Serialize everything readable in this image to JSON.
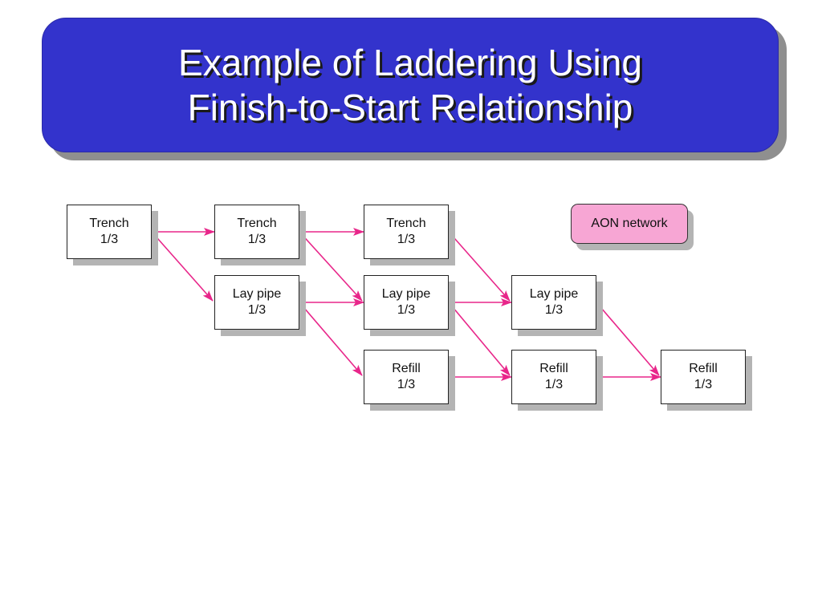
{
  "title": {
    "line1": "Example of Laddering Using",
    "line2": "Finish-to-Start Relationship"
  },
  "legend": {
    "label": "AON network"
  },
  "nodes": [
    {
      "id": "n1",
      "name": "Trench",
      "fraction": "1/3"
    },
    {
      "id": "n2",
      "name": "Trench",
      "fraction": "1/3"
    },
    {
      "id": "n3",
      "name": "Trench",
      "fraction": "1/3"
    },
    {
      "id": "n4",
      "name": "Lay pipe",
      "fraction": "1/3"
    },
    {
      "id": "n5",
      "name": "Lay pipe",
      "fraction": "1/3"
    },
    {
      "id": "n6",
      "name": "Lay pipe",
      "fraction": "1/3"
    },
    {
      "id": "n7",
      "name": "Refill",
      "fraction": "1/3"
    },
    {
      "id": "n8",
      "name": "Refill",
      "fraction": "1/3"
    },
    {
      "id": "n9",
      "name": "Refill",
      "fraction": "1/3"
    }
  ],
  "edges": [
    {
      "from": "n1",
      "to": "n2"
    },
    {
      "from": "n1",
      "to": "n4"
    },
    {
      "from": "n2",
      "to": "n3"
    },
    {
      "from": "n2",
      "to": "n5"
    },
    {
      "from": "n4",
      "to": "n5"
    },
    {
      "from": "n4",
      "to": "n7"
    },
    {
      "from": "n3",
      "to": "n6"
    },
    {
      "from": "n5",
      "to": "n6"
    },
    {
      "from": "n5",
      "to": "n8"
    },
    {
      "from": "n7",
      "to": "n8"
    },
    {
      "from": "n6",
      "to": "n9"
    },
    {
      "from": "n8",
      "to": "n9"
    }
  ],
  "colors": {
    "title_background": "#3333cc",
    "arrow": "#e8268a",
    "legend_fill": "#f7a6d4"
  }
}
